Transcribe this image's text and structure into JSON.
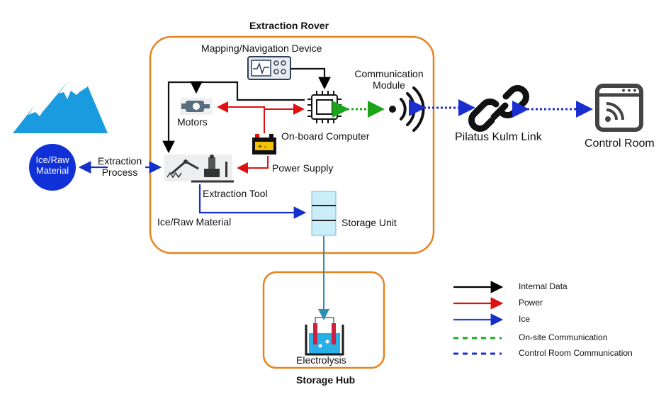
{
  "containers": {
    "rover_title": "Extraction Rover",
    "hub_title": "Storage Hub"
  },
  "nodes": {
    "mapping": "Mapping/Navigation Device",
    "comm_line1": "Communication",
    "comm_line2": "Module",
    "motors": "Motors",
    "computer": "On-board Computer",
    "power": "Power Supply",
    "tool": "Extraction Tool",
    "storage": "Storage Unit",
    "ice_raw_inside": "Ice/Raw Material",
    "extraction_l1": "Extraction",
    "extraction_l2": "Process",
    "material_l1": "Ice/Raw",
    "material_l2": "Material",
    "link": "Pilatus Kulm Link",
    "control": "Control Room",
    "electrolysis": "Electrolysis"
  },
  "legend": [
    {
      "label": "Internal Data",
      "color": "#000000",
      "style": "solid"
    },
    {
      "label": "Power",
      "color": "#e01010",
      "style": "solid"
    },
    {
      "label": "Ice",
      "color": "#2a3fd8",
      "style": "solid"
    },
    {
      "label": "On-site Communication",
      "color": "#1aa51a",
      "style": "dashed"
    },
    {
      "label": "Control Room Communication",
      "color": "#1a2fd0",
      "style": "dashed"
    }
  ],
  "colors": {
    "container_border": "#e8821e",
    "material_fill": "#1030d8",
    "mountain": "#1a9be0",
    "storage_fill": "#c9eefa"
  }
}
